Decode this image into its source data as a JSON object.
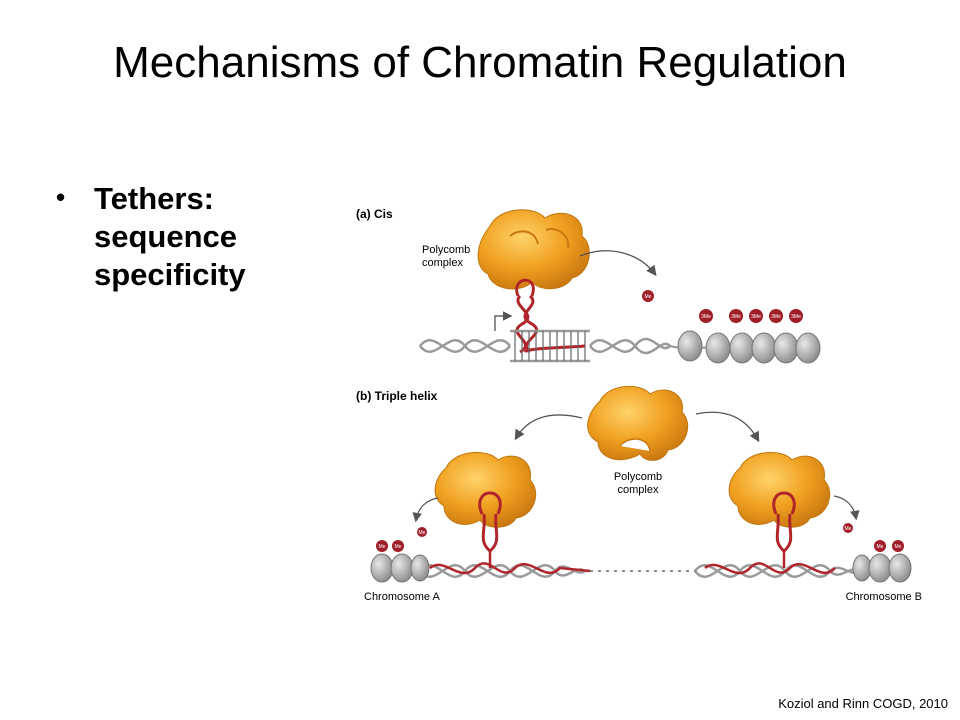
{
  "slide": {
    "title": "Mechanisms of Chromatin Regulation",
    "bullet": {
      "lines": [
        "Tethers:",
        "sequence",
        "specificity"
      ]
    },
    "citation": "Koziol and Rinn COGD, 2010"
  },
  "figure": {
    "panel_a_label": "(a) Cis",
    "panel_b_label": "(b) Triple helix",
    "polycomb_label_line1": "Polycomb",
    "polycomb_label_line2": "complex",
    "me_mark": "Me",
    "me3_mark": "3Me",
    "chromosome_a": "Chromosome A",
    "chromosome_b": "Chromosome B",
    "colors": {
      "polycomb": "#f0a020",
      "polycomb_dark": "#d98512",
      "rna": "#b0252a",
      "dna": "#9a9a9a",
      "nucleosome": "#a8a8a8",
      "methyl": "#a01e28"
    }
  }
}
